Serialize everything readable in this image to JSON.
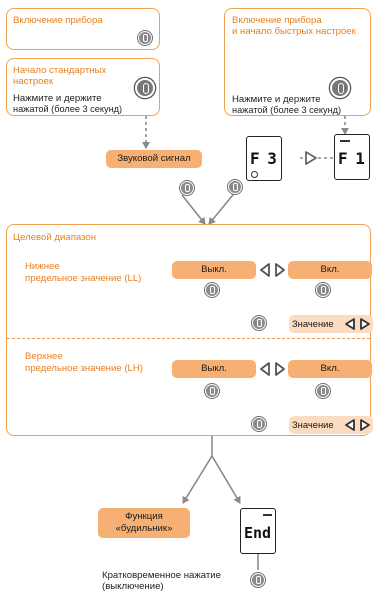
{
  "boxes": {
    "power_on": "Включение прибора",
    "quick_settings": [
      "Включение прибора",
      "и начало быстрых настроек"
    ],
    "standard": [
      "Начало стандартных",
      "настроек"
    ],
    "hold_left": [
      "Нажмите и держите",
      "нажатой (более 3 секунд)"
    ],
    "hold_right": [
      "Нажмите и держите",
      "нажатой (более 3 секунд)"
    ]
  },
  "beep": "Звуковой сигнал",
  "displays": {
    "f3": "F 3",
    "f1": "F 1",
    "end": "End"
  },
  "target": {
    "title": "Целевой диапазон",
    "low_label": [
      "Нижнее",
      "предельное значение (LL)"
    ],
    "high_label": [
      "Верхнее",
      "предельное значение (LH)"
    ],
    "off": "Выкл.",
    "on": "Вкл.",
    "value": "Значение"
  },
  "alarm": [
    "Функция",
    "«будильник»"
  ],
  "short_press": [
    "Кратковременное нажатие",
    "(выключение)"
  ],
  "colors": {
    "accent": "#f0a050",
    "pill": "#f6b073",
    "pill_light": "#fbdcc0",
    "orange_text": "#e8801f",
    "line": "#8a8a8a"
  }
}
